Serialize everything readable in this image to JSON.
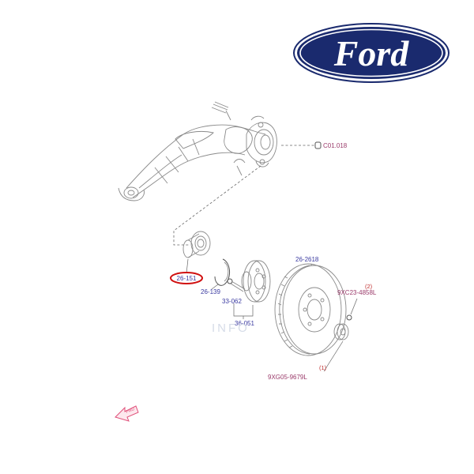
{
  "brand": {
    "logo_text": "Ford",
    "logo_color": "#1a2a6e",
    "logo_border": "#ffffff"
  },
  "watermark": "INFO",
  "labels": {
    "bearing": "26-151",
    "snap_ring": "26-139",
    "hub": "36-051",
    "wheel_stud": "33-062",
    "brake_disc": "26-2618",
    "ref_arm": "C01.018",
    "bolt_label": "9XC23-4858L",
    "bolt_qty": "(2)",
    "nut_label": "9XG05-9679L",
    "nut_qty": "(1)",
    "front_arrow": "FWD"
  },
  "colors": {
    "label_blue": "#3a3aa0",
    "highlight_red": "#d01010",
    "arrow_pink": "#e0507a"
  }
}
